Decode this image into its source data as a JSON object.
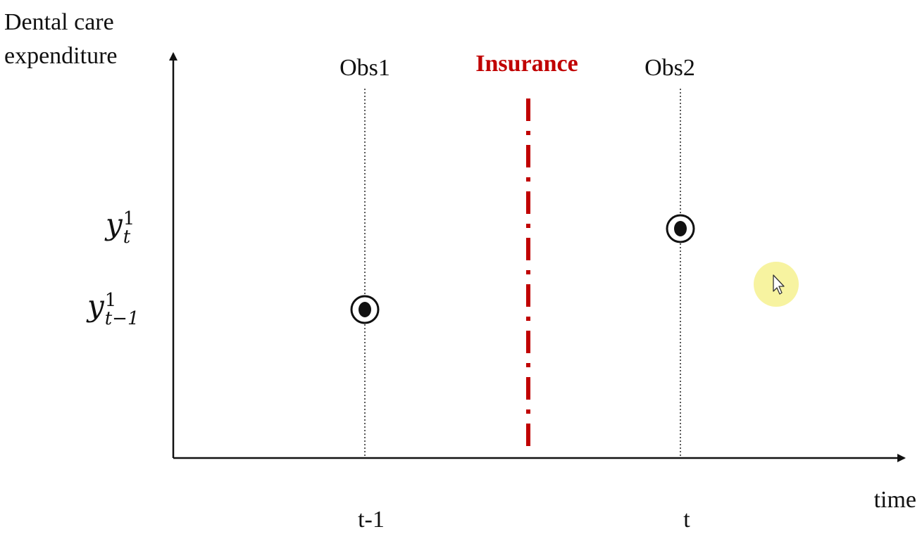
{
  "diagram": {
    "y_axis_label": "Dental care expenditure",
    "x_axis_label": "time",
    "observations": [
      {
        "label": "Obs1",
        "tick": "t-1"
      },
      {
        "label": "Obs2",
        "tick": "t"
      }
    ],
    "event": {
      "label": "Insurance",
      "color": "#c00000",
      "line_style": "dash-dot"
    },
    "y_values": [
      {
        "base": "y",
        "sup": "1",
        "sub": "t"
      },
      {
        "base": "y",
        "sup": "1",
        "sub": "t−1"
      }
    ],
    "cursor": {
      "icon": "mouse-pointer-icon",
      "highlight_color": "#f7f3a0"
    }
  }
}
